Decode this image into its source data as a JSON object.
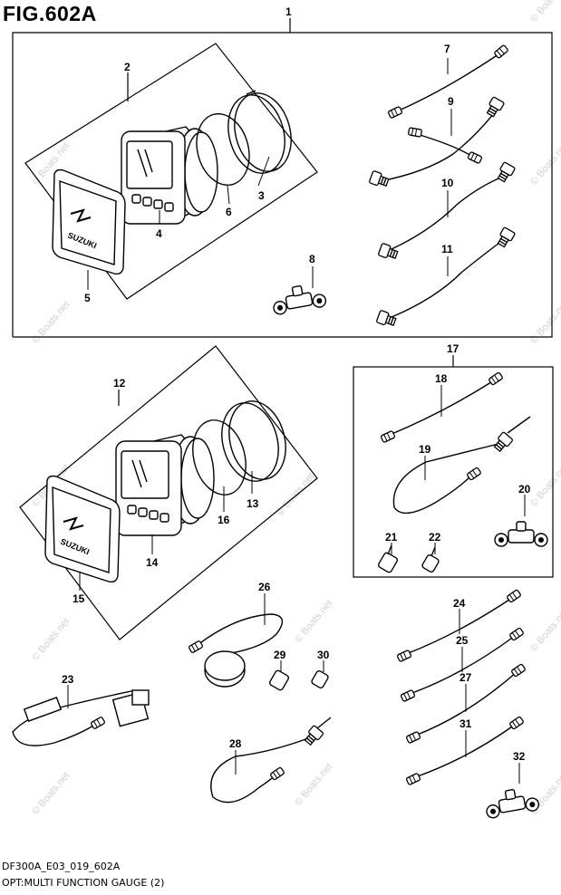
{
  "figure": {
    "title": "FIG.602A",
    "code": "DF300A_E03_019_602A",
    "description": "OPT:MULTI FUNCTION GAUGE (2)"
  },
  "watermark": "© Boats.net",
  "logo_text": "SUZUKI",
  "callouts": [
    "1",
    "2",
    "3",
    "4",
    "5",
    "6",
    "7",
    "8",
    "9",
    "10",
    "11",
    "12",
    "13",
    "14",
    "15",
    "16",
    "17",
    "18",
    "19",
    "20",
    "21",
    "22",
    "23",
    "24",
    "25",
    "26",
    "27",
    "28",
    "29",
    "30",
    "31",
    "32"
  ]
}
